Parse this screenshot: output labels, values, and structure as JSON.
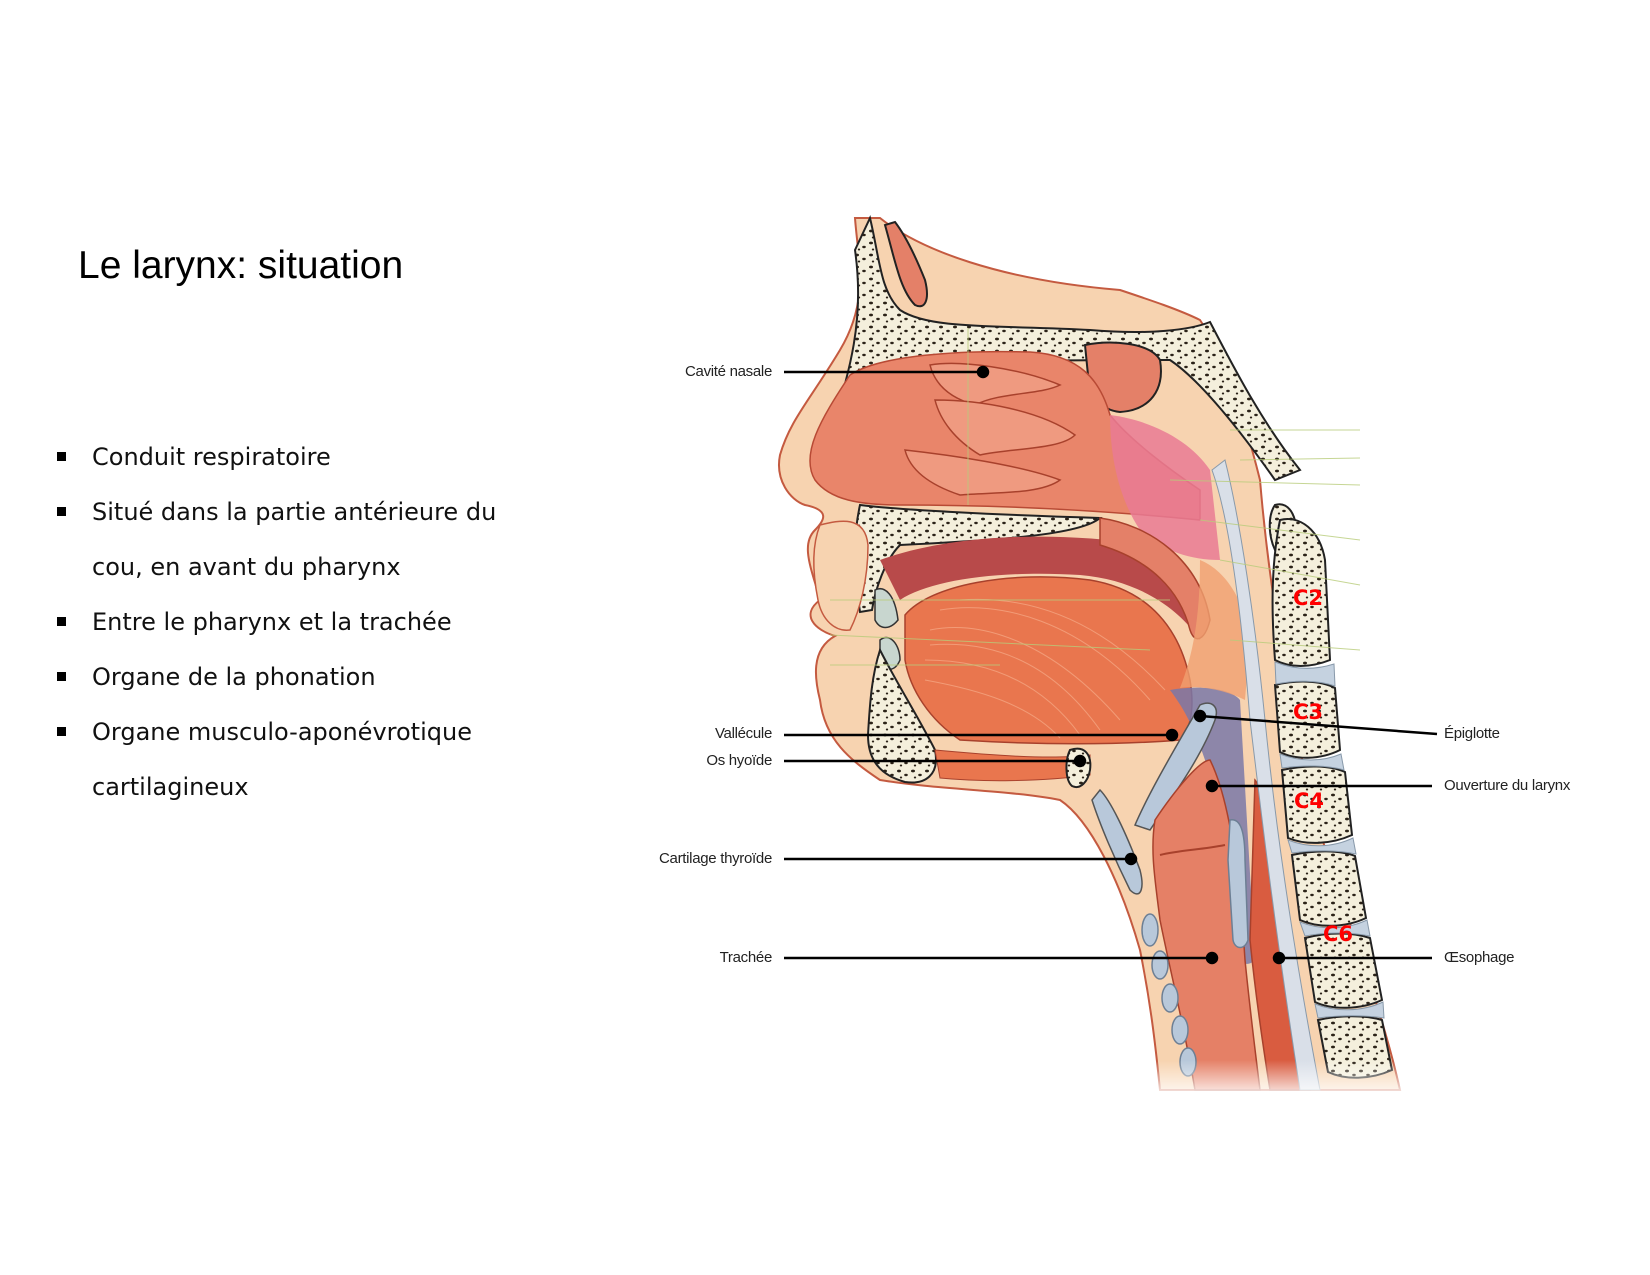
{
  "slide": {
    "title": "Le larynx: situation",
    "bullets": [
      "Conduit respiratoire",
      "Situé dans la partie antérieure du cou, en avant du pharynx",
      "Entre le pharynx et la trachée",
      "Organe de la phonation",
      "Organe musculo-aponévrotique cartilagineux"
    ]
  },
  "figure": {
    "labels_left": {
      "cavite_nasale": "Cavité nasale",
      "vallecule": "Vallécule",
      "os_hyoide": "Os hyoïde",
      "cartilage_thyroide": "Cartilage thyroïde",
      "trachee": "Trachée"
    },
    "labels_right": {
      "epiglotte": "Épiglotte",
      "ouverture_larynx": "Ouverture du larynx",
      "oesophage": "Œsophage"
    },
    "vertebrae": {
      "c2": "C2",
      "c3": "C3",
      "c4": "C4",
      "c6": "C6"
    },
    "colors": {
      "vertebra_label": "#ff0000",
      "tissue": "#e9856a",
      "skin": "#f7d3b0",
      "bone": "#f4efdc",
      "cartilage": "#b8c8da",
      "mucosa": "#e97a94",
      "pharynx_dark": "#7a78a8"
    }
  }
}
